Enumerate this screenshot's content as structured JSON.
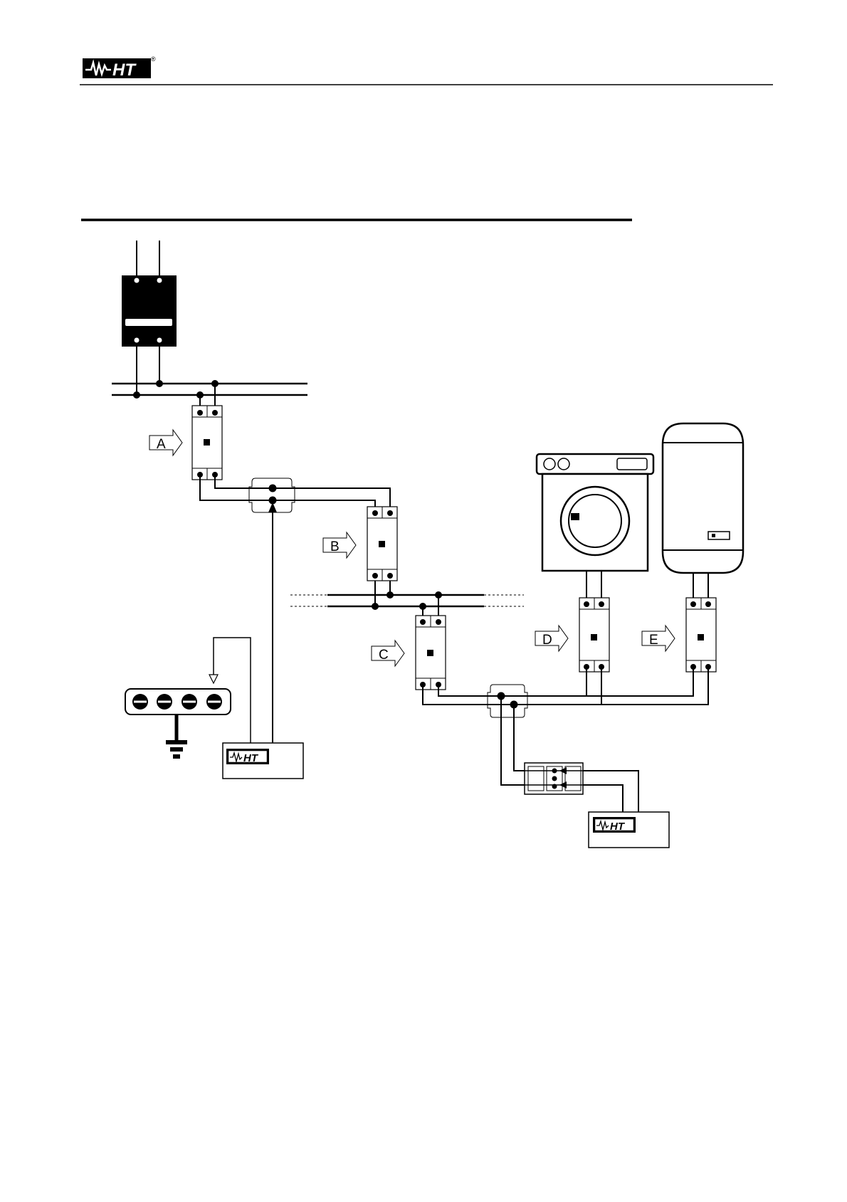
{
  "header": {
    "logo_text": "HT",
    "logo_mark": "®"
  },
  "diagram": {
    "breakers": [
      {
        "id": "A",
        "label": "A"
      },
      {
        "id": "B",
        "label": "B"
      },
      {
        "id": "C",
        "label": "C"
      },
      {
        "id": "D",
        "label": "D"
      },
      {
        "id": "E",
        "label": "E"
      }
    ],
    "instruments": [
      {
        "id": "meter-1",
        "logo_text": "HT"
      },
      {
        "id": "meter-2",
        "logo_text": "HT"
      }
    ],
    "appliances": [
      "washing-machine",
      "water-heater"
    ]
  }
}
